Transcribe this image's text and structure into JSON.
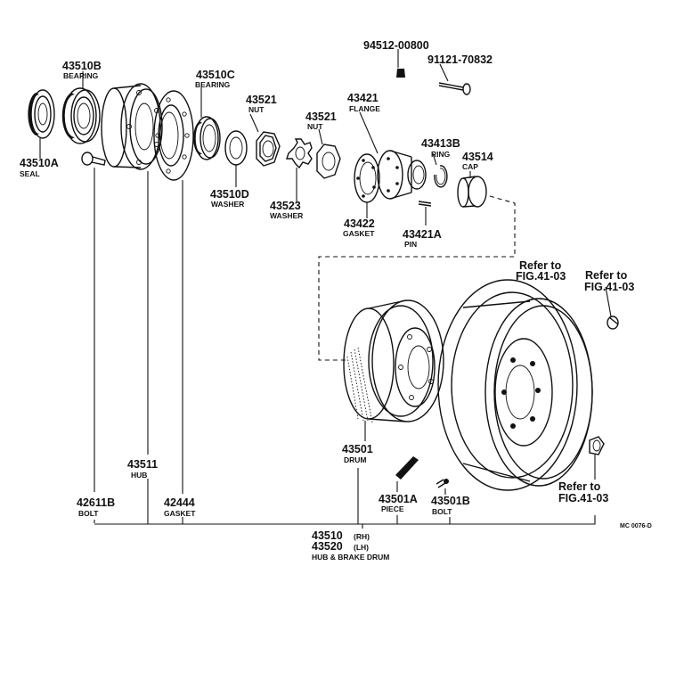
{
  "parts": {
    "seal": {
      "number": "43510A",
      "name": "SEAL"
    },
    "bearing_outer": {
      "number": "43510B",
      "name": "BEARING"
    },
    "bearing_inner": {
      "number": "43510C",
      "name": "BEARING"
    },
    "nut_1": {
      "number": "43521",
      "name": "NUT"
    },
    "nut_2": {
      "number": "43521",
      "name": "NUT"
    },
    "washer_d": {
      "number": "43510D",
      "name": "WASHER"
    },
    "washer_lock": {
      "number": "43523",
      "name": "WASHER"
    },
    "flange": {
      "number": "43421",
      "name": "FLANGE"
    },
    "plug": {
      "number": "94512-00800",
      "name": ""
    },
    "bolt_91121": {
      "number": "91121-70832",
      "name": ""
    },
    "ring": {
      "number": "43413B",
      "name": "RING"
    },
    "cap": {
      "number": "43514",
      "name": "CAP"
    },
    "gasket_43422": {
      "number": "43422",
      "name": "GASKET"
    },
    "pin": {
      "number": "43421A",
      "name": "PIN"
    },
    "drum": {
      "number": "43501",
      "name": "DRUM"
    },
    "hub": {
      "number": "43511",
      "name": "HUB"
    },
    "bolt_42611": {
      "number": "42611B",
      "name": "BOLT"
    },
    "gasket_42444": {
      "number": "42444",
      "name": "GASKET"
    },
    "piece": {
      "number": "43501A",
      "name": "PIECE"
    },
    "bolt_43501": {
      "number": "43501B",
      "name": "BOLT"
    }
  },
  "assembly": {
    "number_rh": "43510",
    "suffix_rh": "(RH)",
    "number_lh": "43520",
    "suffix_lh": "(LH)",
    "name": "HUB & BRAKE DRUM"
  },
  "refs": {
    "refer_1": {
      "line1": "Refer to",
      "line2": "FIG.41-03"
    },
    "refer_2": {
      "line1": "Refer to",
      "line2": "FIG.41-03"
    },
    "refer_3": {
      "line1": "Refer to",
      "line2": "FIG.41-03"
    }
  },
  "footer_code": "MC 0076-D"
}
